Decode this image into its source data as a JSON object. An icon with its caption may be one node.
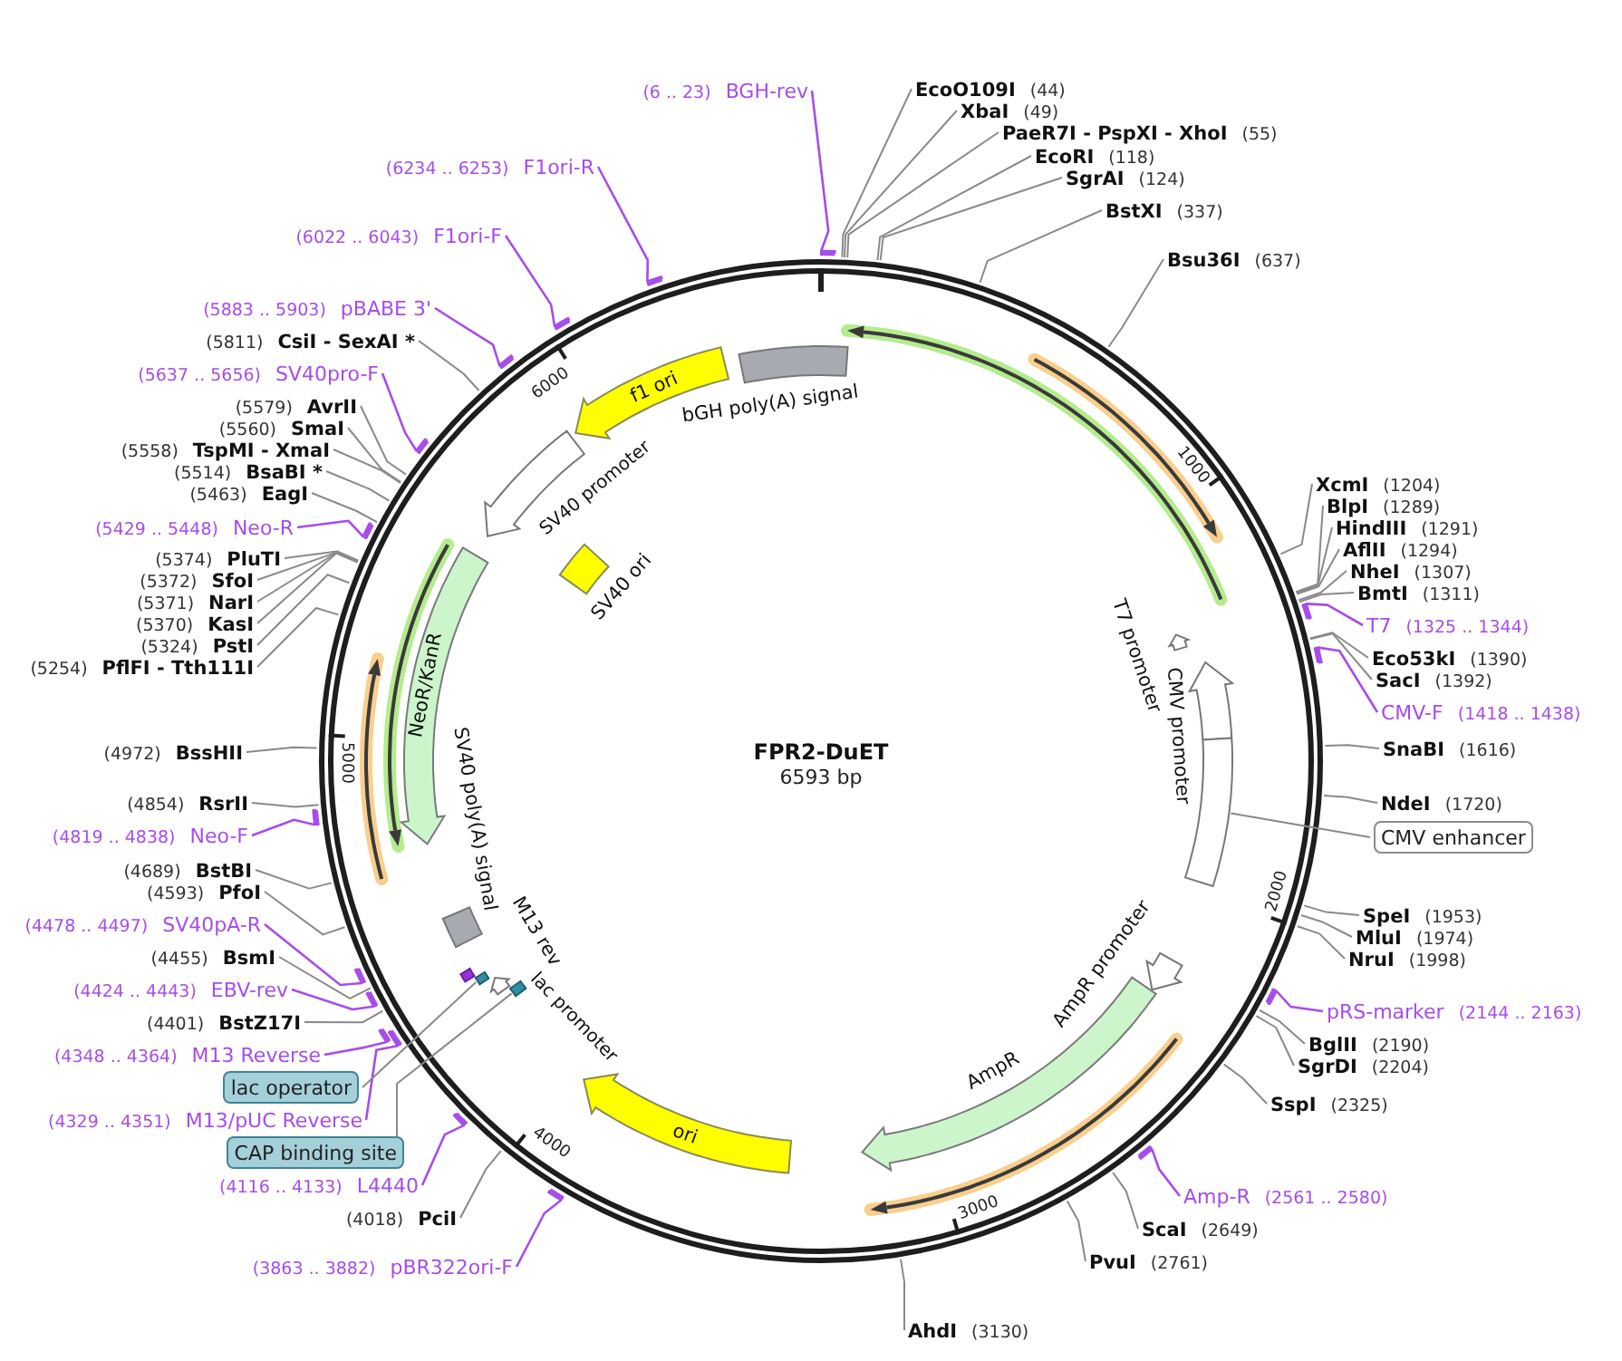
{
  "diagram": {
    "title": "FPR2-DuET",
    "nodes": [
      {
        "text": [
          "(6 .. 23)",
          "BGH-rev"
        ]
      },
      {
        "text": [
          "EcoO109I",
          "(44)"
        ]
      },
      {
        "text": [
          "XbaI",
          "(49)"
        ]
      },
      {
        "text": [
          "PaeR7I - PspXI - XhoI",
          "(55)"
        ]
      },
      {
        "text": [
          "EcoRI",
          "(118)"
        ]
      },
      {
        "text": [
          "SgrAI",
          "(124)"
        ]
      },
      {
        "text": [
          "BstXI",
          "(337)"
        ]
      },
      {
        "text": [
          "Bsu36I",
          "(637)"
        ]
      },
      {
        "text": [
          "XcmI",
          "(1204)"
        ]
      },
      {
        "text": [
          "BlpI",
          "(1289)"
        ]
      },
      {
        "text": [
          "HindIII",
          "(1291)"
        ]
      },
      {
        "text": [
          "AflII",
          "(1294)"
        ]
      },
      {
        "text": [
          "NheI",
          "(1307)"
        ]
      },
      {
        "text": [
          "BmtI",
          "(1311)"
        ]
      },
      {
        "text": [
          "T7",
          "(1325 .. 1344)"
        ]
      },
      {
        "text": [
          "Eco53kI",
          "(1390)"
        ]
      },
      {
        "text": [
          "SacI",
          "(1392)"
        ]
      },
      {
        "text": [
          "CMV-F",
          "(1418 .. 1438)"
        ]
      },
      {
        "text": [
          "SnaBI",
          "(1616)"
        ]
      },
      {
        "text": [
          "NdeI",
          "(1720)"
        ]
      },
      {
        "text": [
          "CMV enhancer"
        ]
      },
      {
        "text": [
          "SpeI",
          "(1953)"
        ]
      },
      {
        "text": [
          "MluI",
          "(1974)"
        ]
      },
      {
        "text": [
          "NruI",
          "(1998)"
        ]
      },
      {
        "text": [
          "pRS-marker",
          "(2144 .. 2163)"
        ]
      },
      {
        "text": [
          "BglII",
          "(2190)"
        ]
      },
      {
        "text": [
          "SgrDI",
          "(2204)"
        ]
      },
      {
        "text": [
          "SspI",
          "(2325)"
        ]
      },
      {
        "text": [
          "Amp-R",
          "(2561 .. 2580)"
        ]
      },
      {
        "text": [
          "ScaI",
          "(2649)"
        ]
      },
      {
        "text": [
          "PvuI",
          "(2761)"
        ]
      },
      {
        "text": [
          "AhdI",
          "(3130)"
        ]
      },
      {
        "text": [
          "(3863 .. 3882)",
          "pBR322ori-F"
        ]
      },
      {
        "text": [
          "(4018)",
          "PciI"
        ]
      },
      {
        "text": [
          "(4116 .. 4133)",
          "L4440"
        ]
      },
      {
        "text": [
          "CAP binding site"
        ]
      },
      {
        "text": [
          "(4329 .. 4351)",
          "M13/pUC Reverse"
        ]
      },
      {
        "text": [
          "lac operator"
        ]
      },
      {
        "text": [
          "(4348 .. 4364)",
          "M13 Reverse"
        ]
      },
      {
        "text": [
          "(4401)",
          "BstZ17I"
        ]
      },
      {
        "text": [
          "(4424 .. 4443)",
          "EBV-rev"
        ]
      },
      {
        "text": [
          "(4455)",
          "BsmI"
        ]
      },
      {
        "text": [
          "(4478 .. 4497)",
          "SV40pA-R"
        ]
      },
      {
        "text": [
          "(4593)",
          "PfoI"
        ]
      },
      {
        "text": [
          "(4689)",
          "BstBI"
        ]
      },
      {
        "text": [
          "(4819 .. 4838)",
          "Neo-F"
        ]
      },
      {
        "text": [
          "(4854)",
          "RsrII"
        ]
      },
      {
        "text": [
          "(4972)",
          "BssHII"
        ]
      },
      {
        "text": [
          "(5254)",
          "PflFI - Tth111I"
        ]
      },
      {
        "text": [
          "(5324)",
          "PstI"
        ]
      },
      {
        "text": [
          "(5370)",
          "KasI"
        ]
      },
      {
        "text": [
          "(5371)",
          "NarI"
        ]
      },
      {
        "text": [
          "(5372)",
          "SfoI"
        ]
      },
      {
        "text": [
          "(5374)",
          "PluTI"
        ]
      },
      {
        "text": [
          "(5429 .. 5448)",
          "Neo-R"
        ]
      },
      {
        "text": [
          "(5463)",
          "EagI"
        ]
      },
      {
        "text": [
          "(5514)",
          "BsaBI *"
        ]
      },
      {
        "text": [
          "(5558)",
          "TspMI - XmaI"
        ]
      },
      {
        "text": [
          "(5560)",
          "SmaI"
        ]
      },
      {
        "text": [
          "(5579)",
          "AvrII"
        ]
      },
      {
        "text": [
          "(5637 .. 5656)",
          "SV40pro-F"
        ]
      },
      {
        "text": [
          "(5811)",
          "CsiI - SexAI *"
        ]
      },
      {
        "text": [
          "(5883 .. 5903)",
          "pBABE 3'"
        ]
      },
      {
        "text": [
          "(6022 .. 6043)",
          "F1ori-F"
        ]
      },
      {
        "text": [
          "(6234 .. 6253)",
          "F1ori-R"
        ]
      },
      {
        "text": [
          "T7 promoter"
        ]
      },
      {
        "text": [
          "CMV promoter"
        ]
      },
      {
        "text": [],
        "shape": "box"
      },
      {
        "text": [
          "AmpR promoter"
        ]
      },
      {
        "text": [
          "AmpR"
        ]
      },
      {
        "text": [
          "ori"
        ]
      },
      {
        "text": [],
        "shape": "box"
      },
      {
        "text": [
          "lac promoter"
        ]
      },
      {
        "text": [],
        "shape": "box"
      },
      {
        "text": [
          "M13 rev"
        ]
      },
      {
        "text": [
          "SV40 poly(A) signal"
        ]
      },
      {
        "text": [
          "NeoR/KanR"
        ]
      },
      {
        "text": [
          "SV40 ori"
        ]
      },
      {
        "text": [
          "SV40 promoter"
        ]
      },
      {
        "text": [
          "f1 ori"
        ]
      },
      {
        "text": [
          "bGH poly(A) signal"
        ]
      }
    ],
    "edges": [
      {
        "from": 0,
        "to": null,
        "arrow": "none",
        "color": "#a64dea"
      },
      {
        "from": 1,
        "to": null,
        "arrow": "none"
      },
      {
        "from": 2,
        "to": null,
        "arrow": "none"
      },
      {
        "from": 3,
        "to": null,
        "arrow": "none"
      },
      {
        "from": 4,
        "to": null,
        "arrow": "none"
      },
      {
        "from": 5,
        "to": null,
        "arrow": "none"
      },
      {
        "from": 6,
        "to": null,
        "arrow": "none"
      },
      {
        "from": 7,
        "to": null,
        "arrow": "none"
      },
      {
        "from": 8,
        "to": null,
        "arrow": "none"
      },
      {
        "from": 9,
        "to": null,
        "arrow": "none"
      },
      {
        "from": 10,
        "to": null,
        "arrow": "none"
      },
      {
        "from": 11,
        "to": null,
        "arrow": "none"
      },
      {
        "from": 12,
        "to": null,
        "arrow": "none"
      },
      {
        "from": 13,
        "to": null,
        "arrow": "none"
      },
      {
        "from": 14,
        "to": null,
        "arrow": "none",
        "color": "#a64dea"
      },
      {
        "from": 15,
        "to": null,
        "arrow": "none"
      },
      {
        "from": 16,
        "to": null,
        "arrow": "none"
      },
      {
        "from": 17,
        "to": null,
        "arrow": "none",
        "color": "#a64dea"
      },
      {
        "from": 18,
        "to": null,
        "arrow": "none"
      },
      {
        "from": 19,
        "to": null,
        "arrow": "none"
      },
      {
        "from": 20,
        "to": 67,
        "arrow": "none"
      },
      {
        "from": 21,
        "to": null,
        "arrow": "none"
      },
      {
        "from": 22,
        "to": null,
        "arrow": "none"
      },
      {
        "from": 23,
        "to": null,
        "arrow": "none"
      },
      {
        "from": 24,
        "to": null,
        "arrow": "none",
        "color": "#a64dea"
      },
      {
        "from": 25,
        "to": null,
        "arrow": "none"
      },
      {
        "from": 26,
        "to": null,
        "arrow": "none"
      },
      {
        "from": 27,
        "to": null,
        "arrow": "none"
      },
      {
        "from": 28,
        "to": null,
        "arrow": "none",
        "color": "#a64dea"
      },
      {
        "from": 29,
        "to": null,
        "arrow": "none"
      },
      {
        "from": 30,
        "to": null,
        "arrow": "none"
      },
      {
        "from": 31,
        "to": null,
        "arrow": "none"
      },
      {
        "from": 32,
        "to": null,
        "arrow": "none",
        "color": "#a64dea"
      },
      {
        "from": 33,
        "to": null,
        "arrow": "none"
      },
      {
        "from": 34,
        "to": null,
        "arrow": "none",
        "color": "#a64dea"
      },
      {
        "from": 35,
        "to": 71,
        "arrow": "none"
      },
      {
        "from": 36,
        "to": null,
        "arrow": "none",
        "color": "#a64dea"
      },
      {
        "from": 37,
        "to": 73,
        "arrow": "none"
      },
      {
        "from": 38,
        "to": null,
        "arrow": "none",
        "color": "#a64dea"
      },
      {
        "from": 39,
        "to": null,
        "arrow": "none"
      },
      {
        "from": 40,
        "to": null,
        "arrow": "none",
        "color": "#a64dea"
      },
      {
        "from": 41,
        "to": null,
        "arrow": "none"
      },
      {
        "from": 42,
        "to": null,
        "arrow": "none",
        "color": "#a64dea"
      },
      {
        "from": 43,
        "to": null,
        "arrow": "none"
      },
      {
        "from": 44,
        "to": null,
        "arrow": "none"
      },
      {
        "from": 45,
        "to": null,
        "arrow": "none",
        "color": "#a64dea"
      },
      {
        "from": 46,
        "to": null,
        "arrow": "none"
      },
      {
        "from": 47,
        "to": null,
        "arrow": "none"
      },
      {
        "from": 48,
        "to": null,
        "arrow": "none"
      },
      {
        "from": 49,
        "to": null,
        "arrow": "none"
      },
      {
        "from": 50,
        "to": null,
        "arrow": "none"
      },
      {
        "from": 51,
        "to": null,
        "arrow": "none"
      },
      {
        "from": 52,
        "to": null,
        "arrow": "none"
      },
      {
        "from": 53,
        "to": null,
        "arrow": "none"
      },
      {
        "from": 54,
        "to": null,
        "arrow": "none",
        "color": "#a64dea"
      },
      {
        "from": 55,
        "to": null,
        "arrow": "none"
      },
      {
        "from": 56,
        "to": null,
        "arrow": "none"
      },
      {
        "from": 57,
        "to": null,
        "arrow": "none"
      },
      {
        "from": 58,
        "to": null,
        "arrow": "none"
      },
      {
        "from": 59,
        "to": null,
        "arrow": "none"
      },
      {
        "from": 60,
        "to": null,
        "arrow": "none",
        "color": "#a64dea"
      },
      {
        "from": 61,
        "to": null,
        "arrow": "none"
      },
      {
        "from": 62,
        "to": null,
        "arrow": "none",
        "color": "#a64dea"
      },
      {
        "from": 63,
        "to": null,
        "arrow": "none",
        "color": "#a64dea"
      },
      {
        "from": 64,
        "to": null,
        "arrow": "none",
        "color": "#a64dea"
      }
    ],
    "labels": [
      "6593 bp",
      "1000",
      "2000",
      "3000",
      "4000",
      "5000",
      "6000"
    ]
  }
}
